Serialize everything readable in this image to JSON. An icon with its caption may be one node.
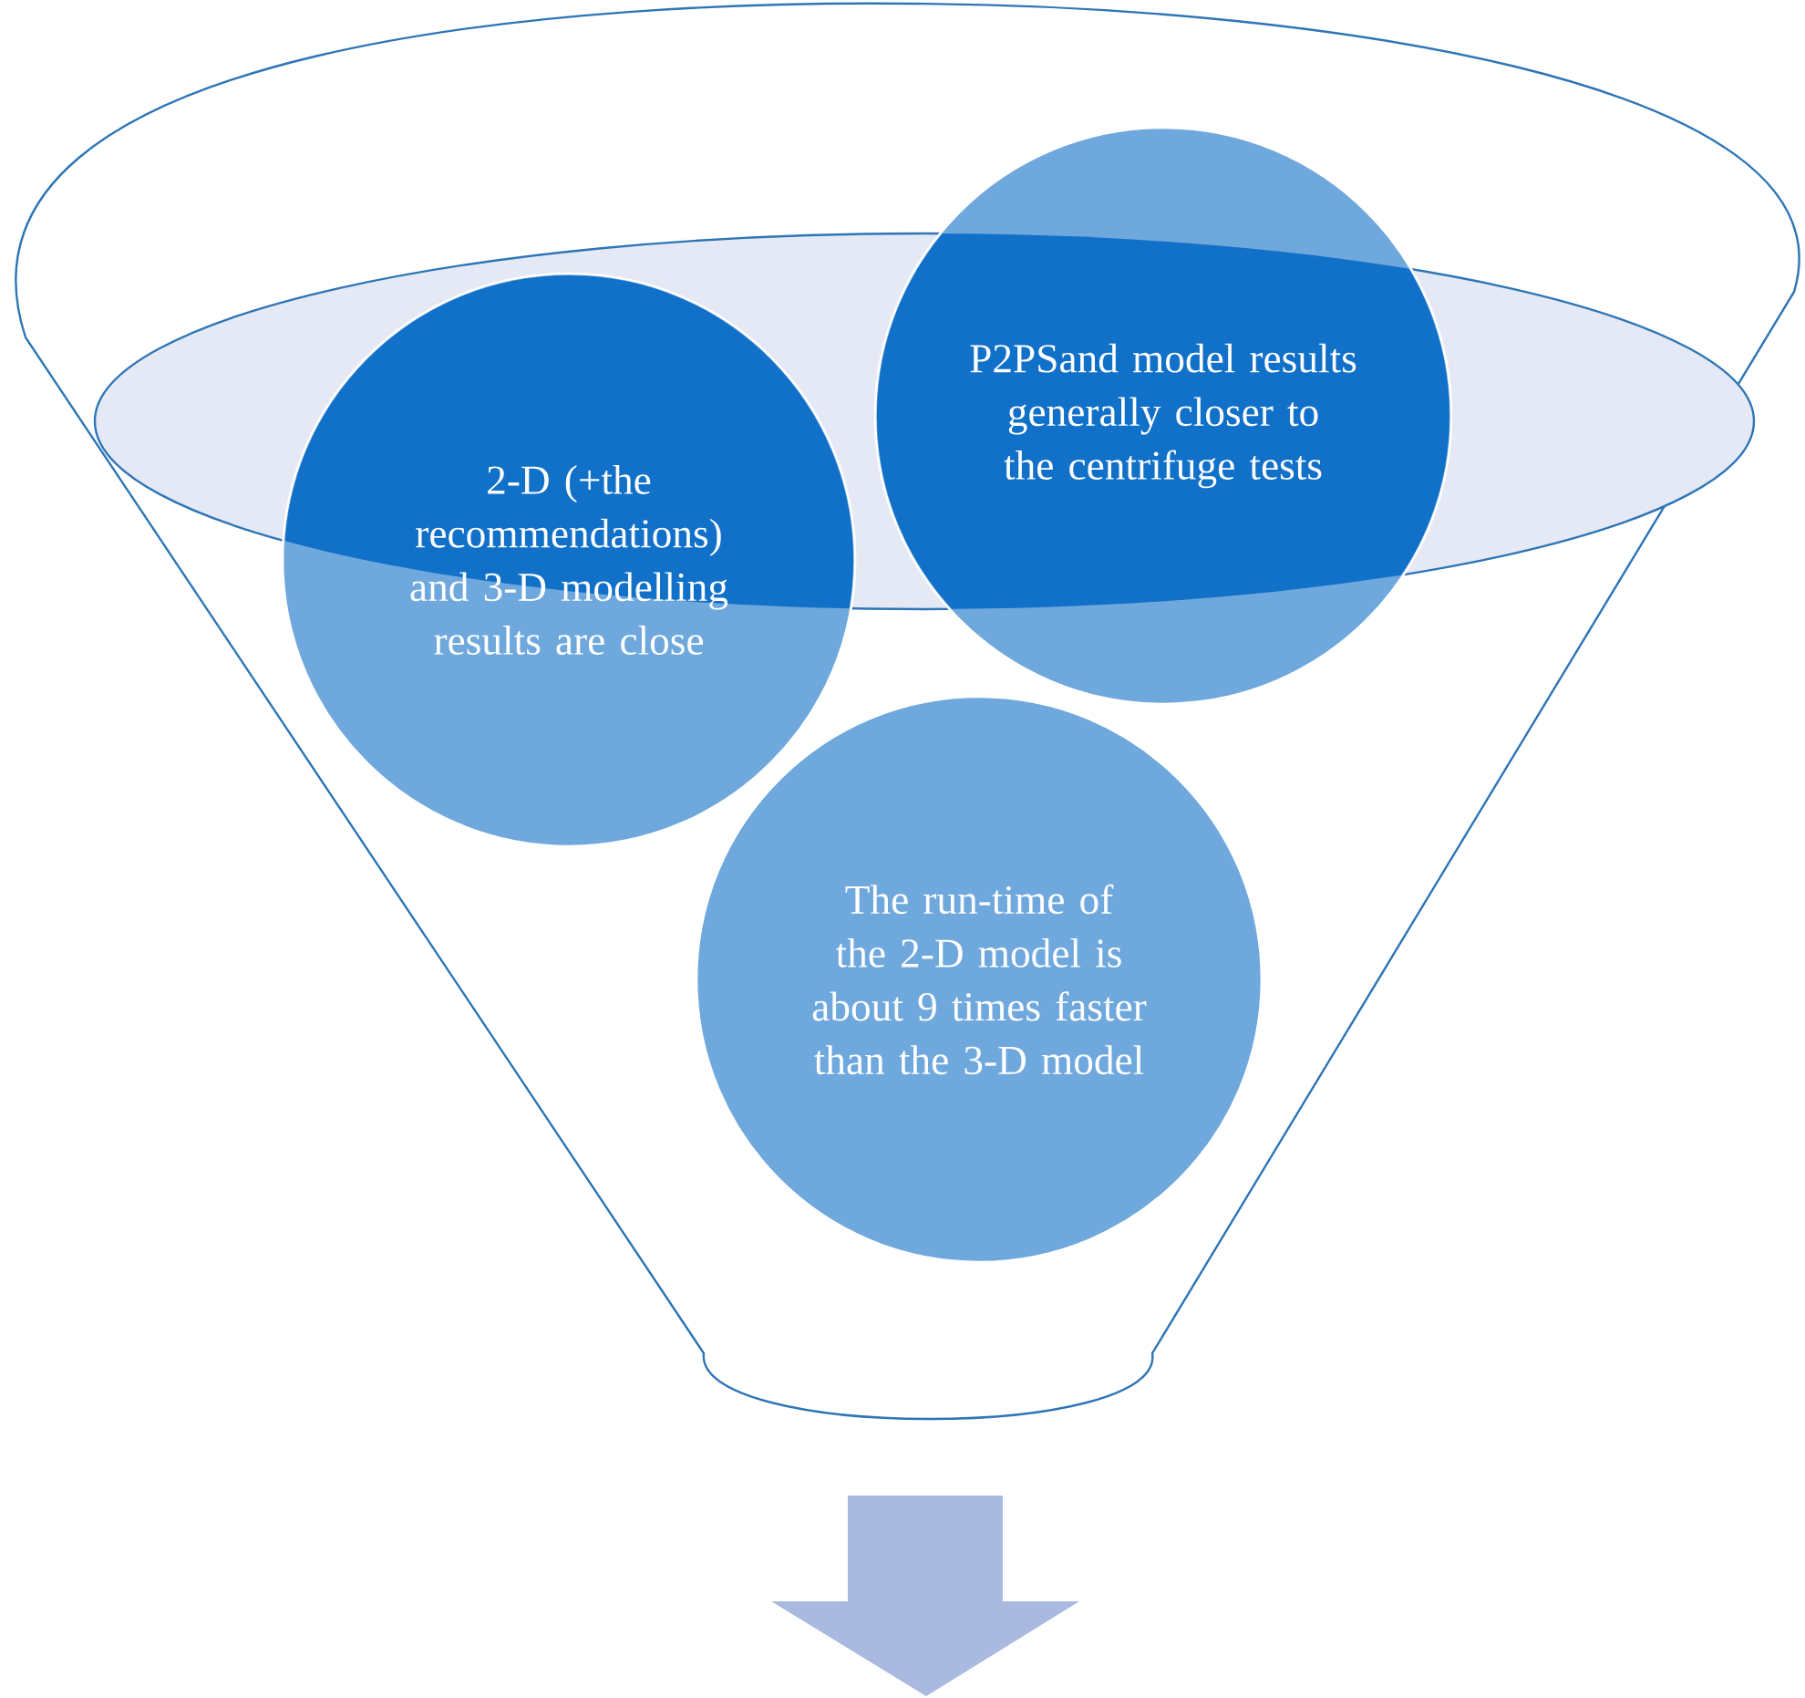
{
  "diagram": {
    "nodes": [
      {
        "text": [
          "2-D (+the recommendations) and 3-D modelling results are close"
        ]
      },
      {
        "text": [
          "P2PSand model results generally closer to the centrifuge tests"
        ]
      },
      {
        "text": [
          "The run-time of the 2-D model is about 9 times faster than the 3-D model"
        ]
      }
    ]
  }
}
